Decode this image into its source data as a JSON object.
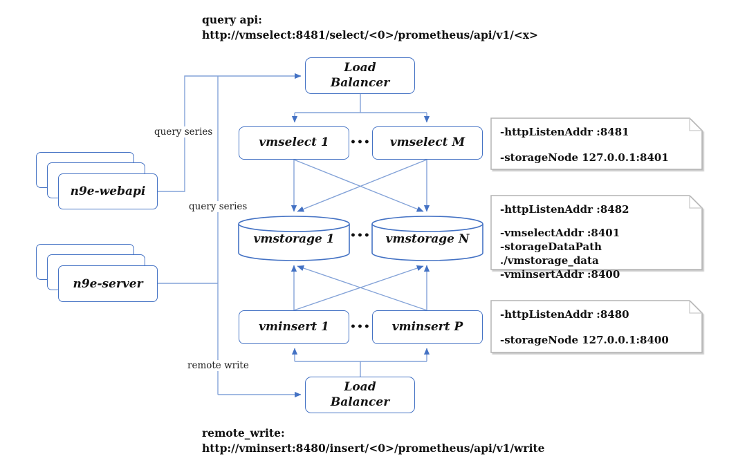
{
  "annotations": {
    "query_api": {
      "line1": "query api:",
      "line2": "http://vmselect:8481/select/<0>/prometheus/api/v1/<x>"
    },
    "remote_write": {
      "line1": "remote_write:",
      "line2": "http://vminsert:8480/insert/<0>/prometheus/api/v1/write"
    }
  },
  "nodes": {
    "lb_top": "Load\nBalancer",
    "lb_bottom": "Load\nBalancer",
    "vmselect_1": "vmselect 1",
    "vmselect_m": "vmselect M",
    "vmstorage_1": "vmstorage 1",
    "vmstorage_n": "vmstorage N",
    "vminsert_1": "vminsert 1",
    "vminsert_p": "vminsert P",
    "n9e_webapi": "n9e-webapi",
    "n9e_server": "n9e-server"
  },
  "edge_labels": {
    "webapi_query": "query series",
    "server_query": "query series",
    "server_write": "remote write"
  },
  "ellipsis": "•••",
  "notes": [
    {
      "lines": [
        "-httpListenAddr :8481",
        "-storageNode 127.0.0.1:8401"
      ]
    },
    {
      "lines": [
        "-httpListenAddr :8482",
        "-vmselectAddr :8401",
        "-storageDataPath ./vmstorage_data",
        "-vminsertAddr :8400"
      ]
    },
    {
      "lines": [
        "-httpListenAddr :8480",
        "-storageNode 127.0.0.1:8400"
      ]
    }
  ],
  "colors": {
    "node_border": "#4472c4",
    "connector": "#84a3d8",
    "arrow": "#4472c4",
    "note_border": "#b3b3b3"
  }
}
